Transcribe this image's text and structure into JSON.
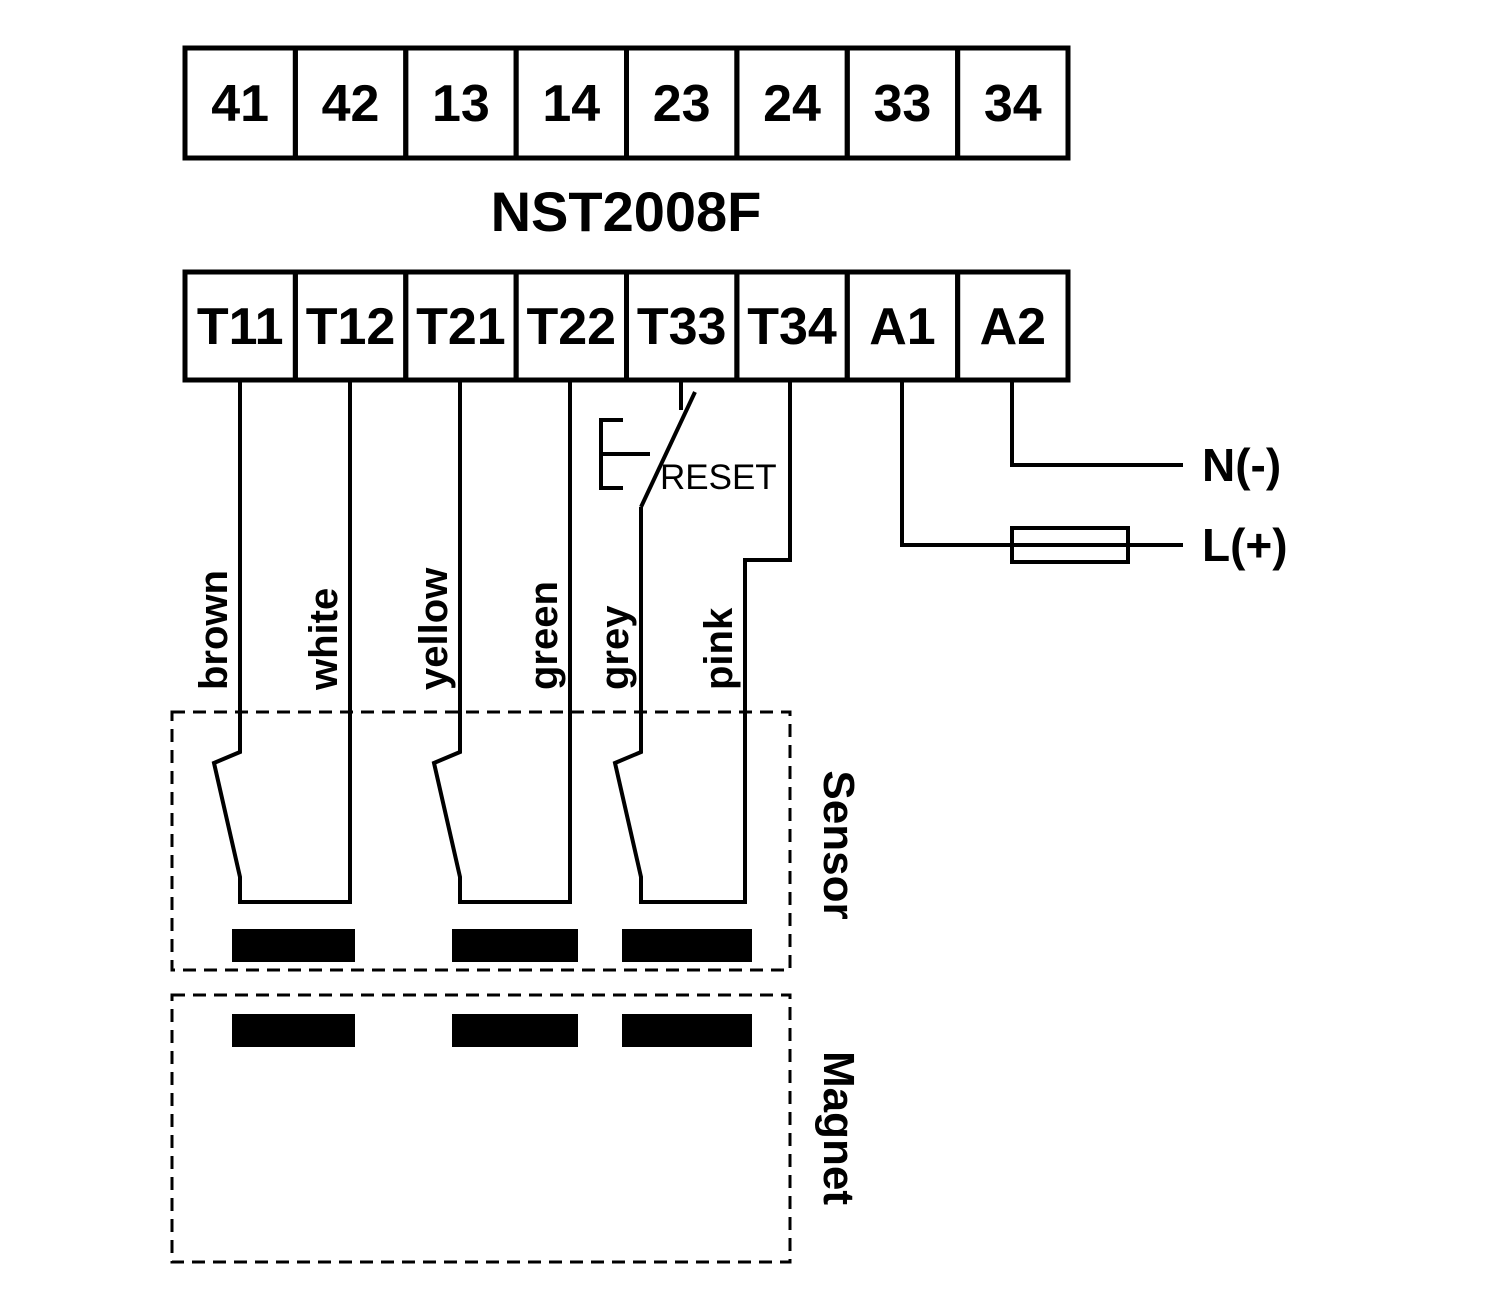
{
  "title": "NST2008F",
  "top_terminals": [
    "41",
    "42",
    "13",
    "14",
    "23",
    "24",
    "33",
    "34"
  ],
  "bottom_terminals": [
    "T11",
    "T12",
    "T21",
    "T22",
    "T33",
    "T34",
    "A1",
    "A2"
  ],
  "wire_labels": [
    "brown",
    "white",
    "yellow",
    "green",
    "grey",
    "pink"
  ],
  "reset_label": "RESET",
  "supply": {
    "neutral": "N(-)",
    "line": "L(+)"
  },
  "boxes": {
    "sensor": "Sensor",
    "magnet": "Magnet"
  },
  "colors": {
    "ink": "#000000",
    "background": "#ffffff"
  }
}
